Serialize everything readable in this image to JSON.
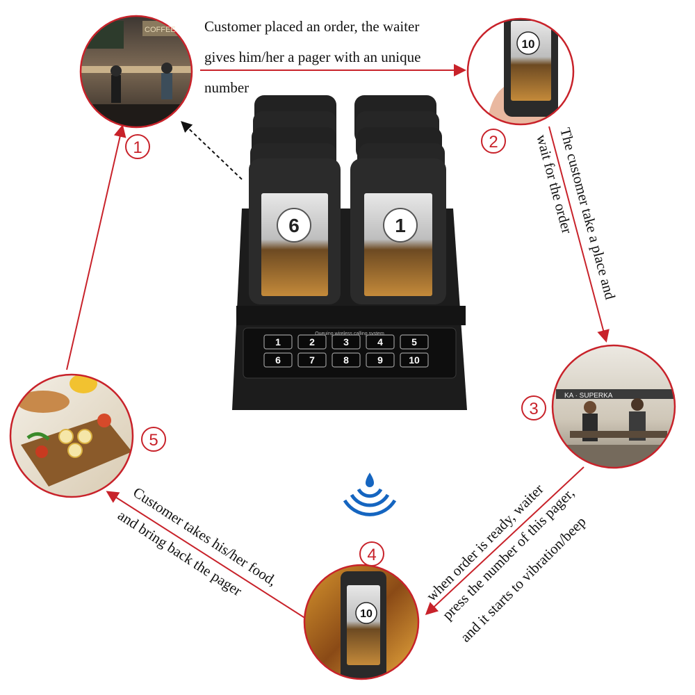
{
  "steps": [
    {
      "number": "1",
      "scene_icon": "cafe-counter-photo"
    },
    {
      "number": "2",
      "scene_icon": "hand-holding-pager-photo",
      "pager_number": "10"
    },
    {
      "number": "3",
      "scene_icon": "seated-customers-photo"
    },
    {
      "number": "4",
      "scene_icon": "vibrating-pager-photo",
      "pager_number": "10"
    },
    {
      "number": "5",
      "scene_icon": "food-tray-photo"
    }
  ],
  "captions": {
    "step1_to_2": [
      "Customer placed an order, the waiter",
      "gives him/her a pager with an unique",
      "number"
    ],
    "step2_to_3": [
      "The customer  take a place and",
      "wait for the order"
    ],
    "step3_to_4": [
      "when order is ready, waiter",
      "press the number of this pager,",
      "and it starts to vibration/beep"
    ],
    "step4_to_5": [
      "Customer takes his/her food,",
      "and bring back the pager"
    ]
  },
  "center_device": {
    "front_pager_numbers": [
      "6",
      "1"
    ],
    "panel_label": "Queuing wireless calling system",
    "keypad": [
      "1",
      "2",
      "3",
      "4",
      "5",
      "6",
      "7",
      "8",
      "9",
      "10"
    ]
  },
  "colors": {
    "accent": "#c8222a",
    "device": "#1c1c1c",
    "signal": "#1565c0"
  },
  "icons": {
    "signal": "wireless-signal-icon"
  }
}
